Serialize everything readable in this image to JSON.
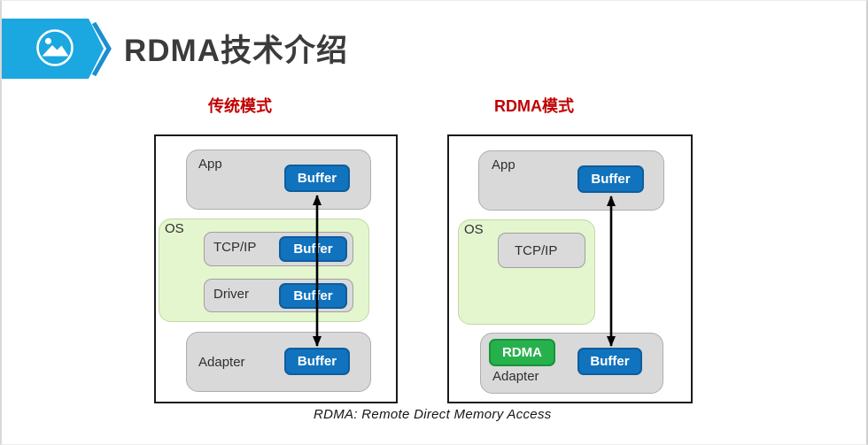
{
  "slide": {
    "title": "RDMA技术介绍",
    "footnote": "RDMA: Remote Direct Memory Access"
  },
  "traditional": {
    "caption": "传统模式",
    "app": {
      "label": "App",
      "buffer": "Buffer"
    },
    "os": {
      "label": "OS"
    },
    "tcpip": {
      "label": "TCP/IP",
      "buffer": "Buffer"
    },
    "driver": {
      "label": "Driver",
      "buffer": "Buffer"
    },
    "adapter": {
      "label": "Adapter",
      "buffer": "Buffer"
    }
  },
  "rdma": {
    "caption": "RDMA模式",
    "app": {
      "label": "App",
      "buffer": "Buffer"
    },
    "os": {
      "label": "OS"
    },
    "tcpip": {
      "label": "TCP/IP"
    },
    "adapter": {
      "label": "Adapter",
      "rdma_chip": "RDMA",
      "buffer": "Buffer"
    }
  },
  "colors": {
    "accent_cyan": "#1ba7e0",
    "chevron_blue": "#1b8fd0",
    "title_dark": "#3b3b3d",
    "caption_red": "#c00000",
    "buffer_blue": "#1173be",
    "rdma_green": "#27b14d",
    "os_green": "#e4f6ce",
    "layer_gray": "#d9d9d9",
    "arrow_black": "#000000"
  }
}
